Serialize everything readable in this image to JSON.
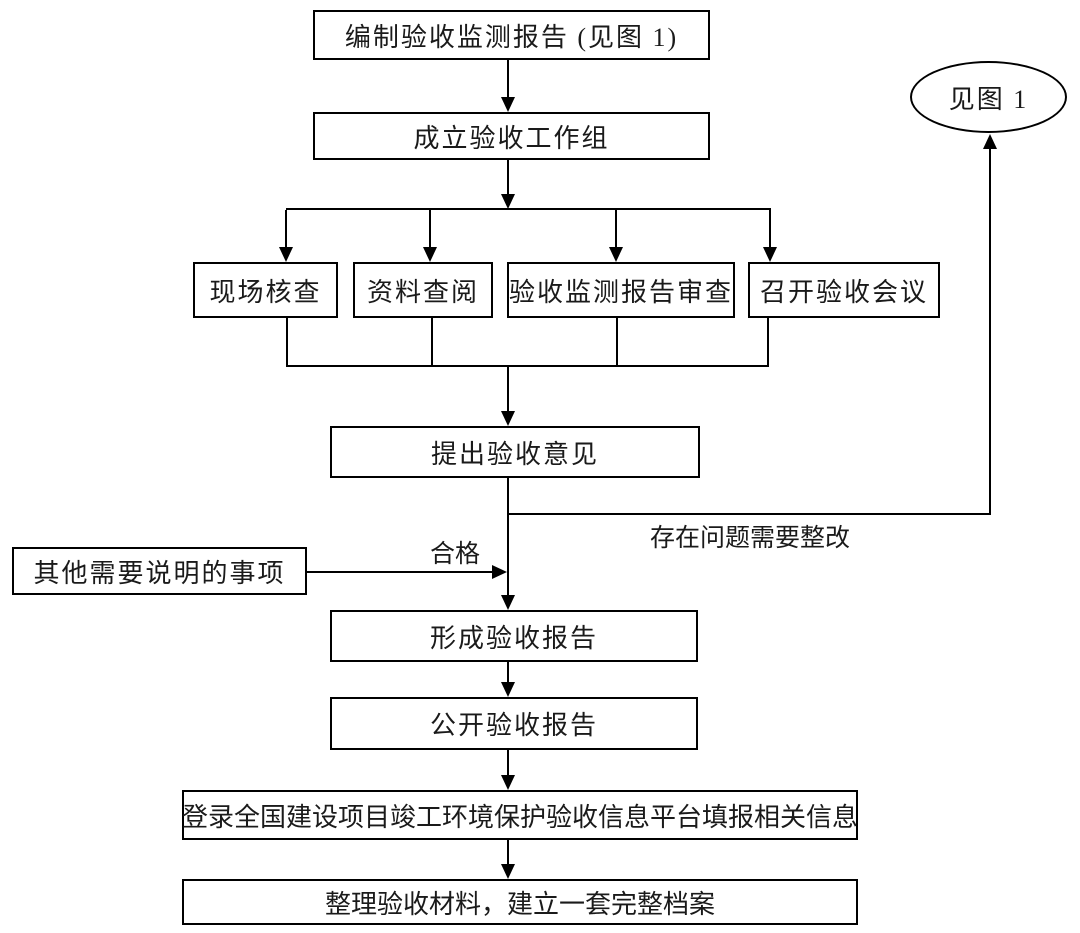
{
  "nodes": {
    "compile_report": {
      "label": "编制验收监测报告 (见图 1)"
    },
    "workgroup": {
      "label": "成立验收工作组"
    },
    "site_check": {
      "label": "现场核查"
    },
    "data_review": {
      "label": "资料查阅"
    },
    "report_review": {
      "label": "验收监测报告审查"
    },
    "meeting": {
      "label": "召开验收会议"
    },
    "opinion": {
      "label": "提出验收意见"
    },
    "other_items": {
      "label": "其他需要说明的事项"
    },
    "form_report": {
      "label": "形成验收报告"
    },
    "publish_report": {
      "label": "公开验收报告"
    },
    "platform": {
      "label": "登录全国建设项目竣工环境保护验收信息平台填报相关信息"
    },
    "archive": {
      "label": "整理验收材料，建立一套完整档案"
    },
    "see_figure": {
      "label": "见图 1"
    }
  },
  "edge_labels": {
    "pass": "合格",
    "rectify": "存在问题需要整改"
  },
  "colors": {
    "line": "#000000",
    "text": "#1a1a1a",
    "background": "#ffffff"
  }
}
